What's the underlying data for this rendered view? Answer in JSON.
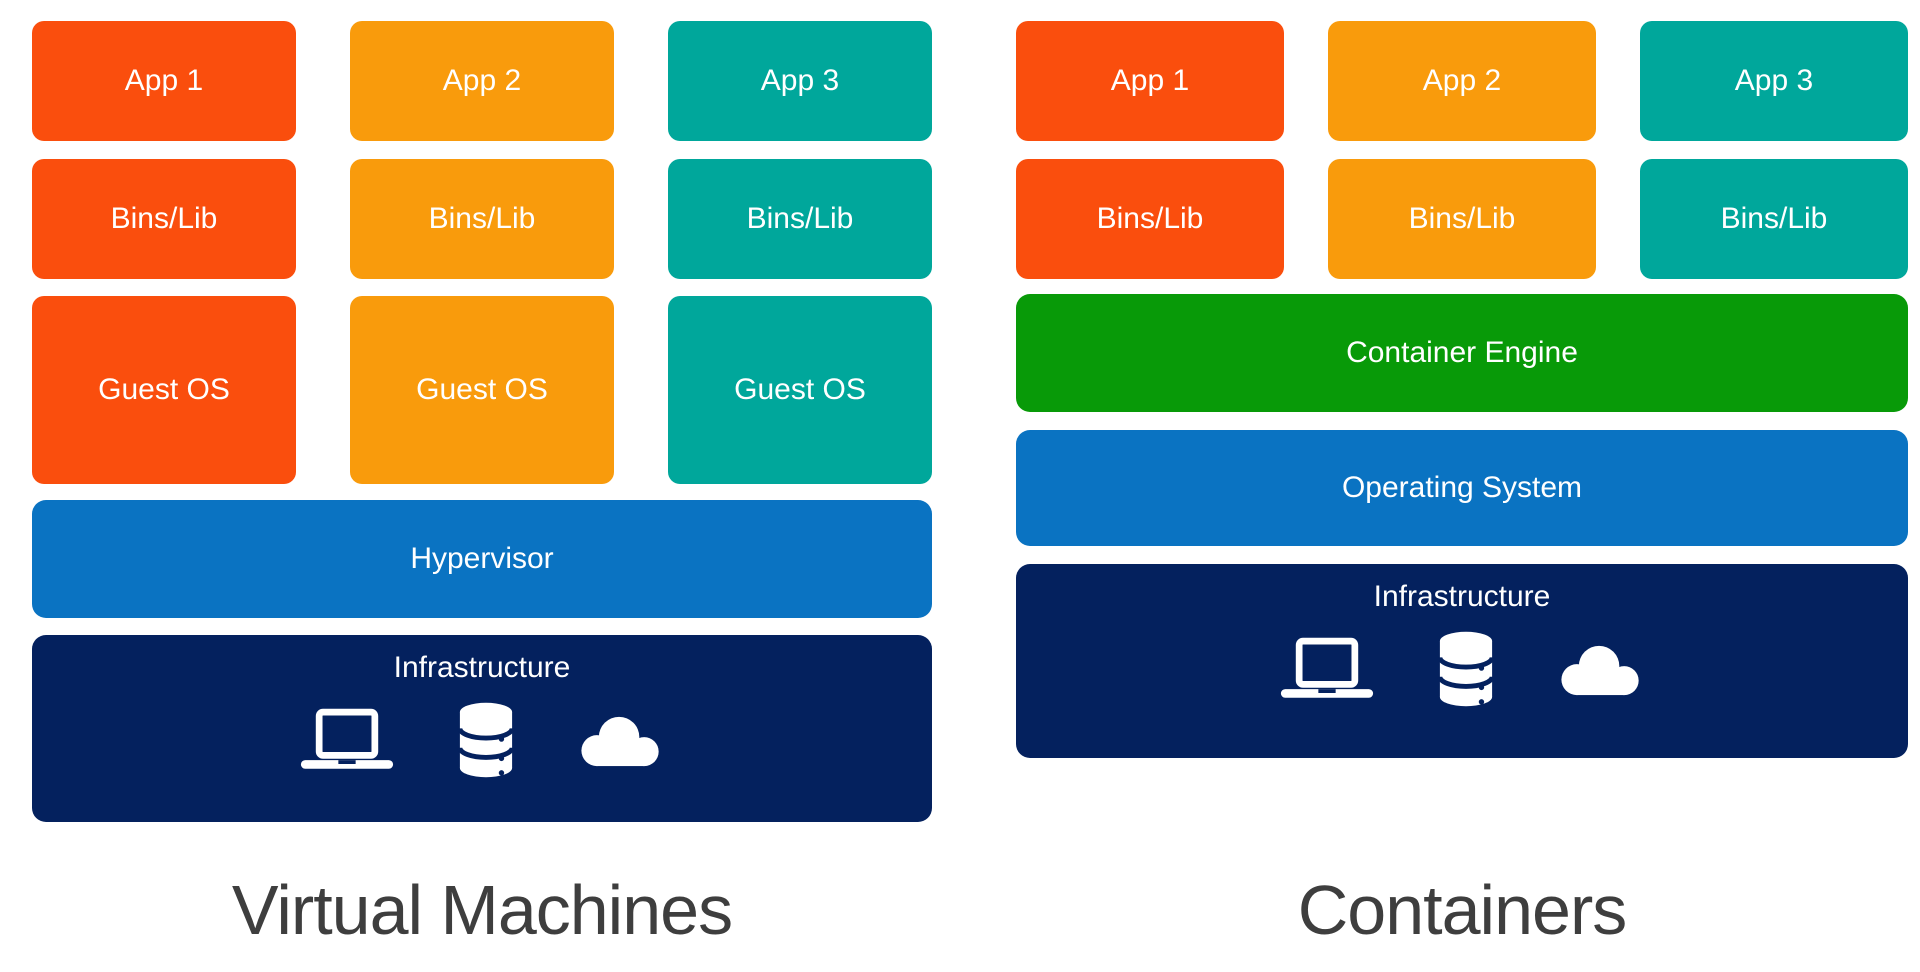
{
  "vm": {
    "title": "Virtual Machines",
    "columns": [
      {
        "app": "App 1",
        "bins": "Bins/Lib",
        "guest_os": "Guest OS"
      },
      {
        "app": "App 2",
        "bins": "Bins/Lib",
        "guest_os": "Guest OS"
      },
      {
        "app": "App 3",
        "bins": "Bins/Lib",
        "guest_os": "Guest OS"
      }
    ],
    "hypervisor": "Hypervisor",
    "infrastructure": "Infrastructure"
  },
  "containers": {
    "title": "Containers",
    "columns": [
      {
        "app": "App 1",
        "bins": "Bins/Lib"
      },
      {
        "app": "App 2",
        "bins": "Bins/Lib"
      },
      {
        "app": "App 3",
        "bins": "Bins/Lib"
      }
    ],
    "container_engine": "Container Engine",
    "operating_system": "Operating System",
    "infrastructure": "Infrastructure"
  },
  "icons": {
    "infrastructure": [
      "laptop-icon",
      "database-icon",
      "cloud-icon"
    ]
  },
  "colors": {
    "app1_box": "#FA4E0D",
    "app2_box": "#F99B0C",
    "app3_box": "#00A79B",
    "hypervisor_os_bar": "#0A73C2",
    "container_engine_bar": "#089A08",
    "infrastructure_bar": "#04215E",
    "title_text": "#3E3E3E",
    "box_text": "#FFFFFF",
    "background": "#FFFFFF"
  }
}
